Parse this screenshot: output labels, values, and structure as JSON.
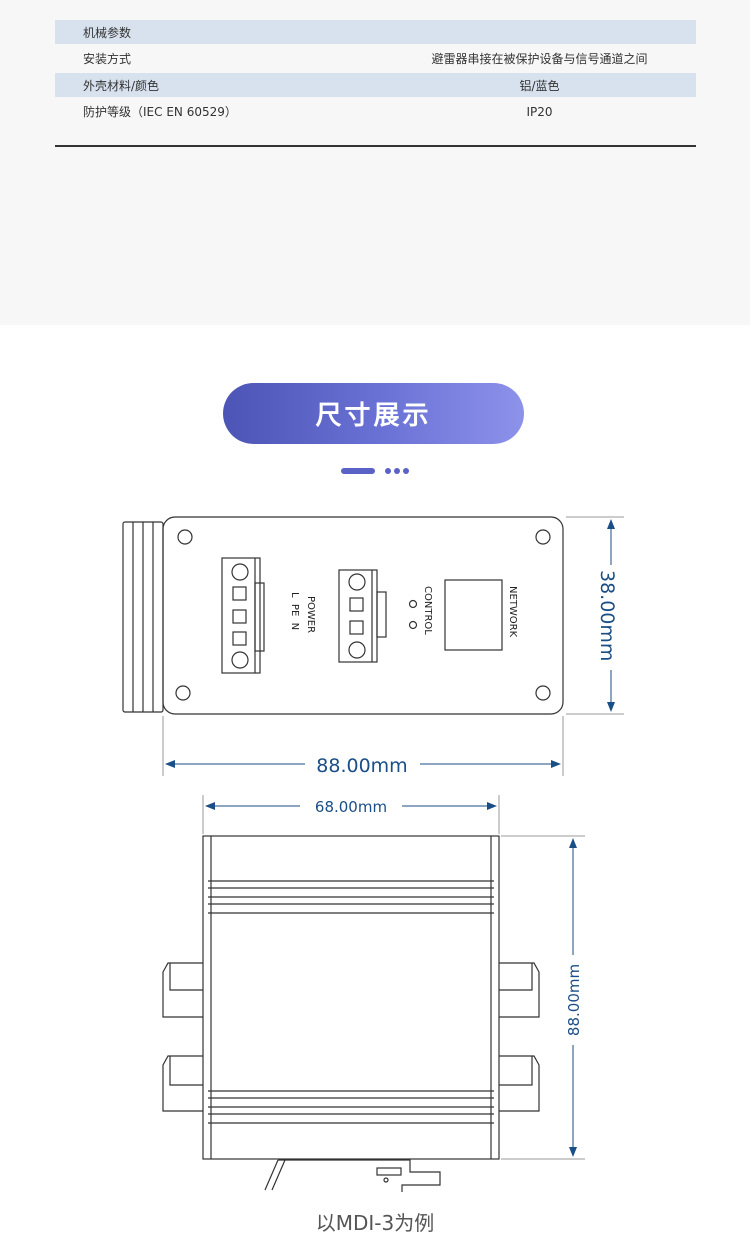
{
  "specs": {
    "header": "机械参数",
    "rows": [
      {
        "label": "安装方式",
        "value": "避雷器串接在被保护设备与信号通道之间"
      },
      {
        "label": "外壳材料/颜色",
        "value": "铝/蓝色"
      },
      {
        "label": "防护等级（IEC EN 60529）",
        "value": "IP20"
      }
    ]
  },
  "section": {
    "title": "尺寸展示"
  },
  "drawing": {
    "labels": {
      "power": "POWER",
      "power_pins": "L  PE  N",
      "control": "CONTROL",
      "network": "NETWORK"
    },
    "dims": {
      "front_height": "38.00mm",
      "front_width": "88.00mm",
      "top_width": "68.00mm",
      "top_height": "88.00mm"
    },
    "colors": {
      "dimension": "#1a4e86",
      "line": "#333333"
    }
  },
  "caption": "以MDI-3为例"
}
